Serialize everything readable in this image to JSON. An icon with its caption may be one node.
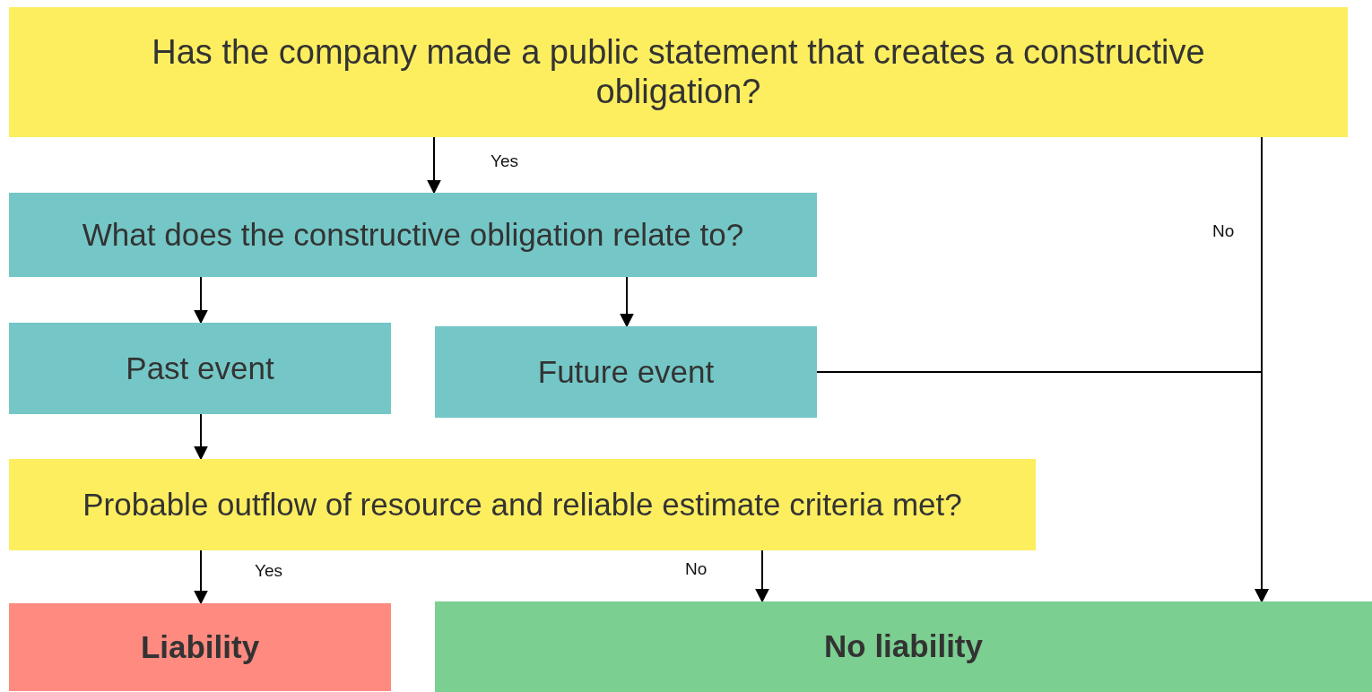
{
  "diagram": {
    "nodes": [
      {
        "text": [
          "Has the company made a public statement that creates a constructive obligation?"
        ]
      },
      {
        "text": [
          "What does the constructive obligation relate to?"
        ]
      },
      {
        "text": [
          "Past event"
        ]
      },
      {
        "text": [
          "Future event"
        ]
      },
      {
        "text": [
          "Probable outflow of resource and reliable estimate criteria met?"
        ]
      },
      {
        "text": [
          "Liability"
        ]
      },
      {
        "text": [
          "No liability"
        ]
      }
    ],
    "edges": [
      {
        "from": 0,
        "to": 1,
        "arrow": "to",
        "label": "Yes"
      },
      {
        "from": 0,
        "to": 6,
        "arrow": "to",
        "label": "No"
      },
      {
        "from": 1,
        "to": 2,
        "arrow": "to"
      },
      {
        "from": 1,
        "to": 3,
        "arrow": "to"
      },
      {
        "from": 2,
        "to": 4,
        "arrow": "to"
      },
      {
        "from": 3,
        "to": 6,
        "arrow": "to"
      },
      {
        "from": 4,
        "to": 5,
        "arrow": "to",
        "label": "Yes"
      },
      {
        "from": 4,
        "to": 6,
        "arrow": "to",
        "label": "No"
      }
    ]
  }
}
